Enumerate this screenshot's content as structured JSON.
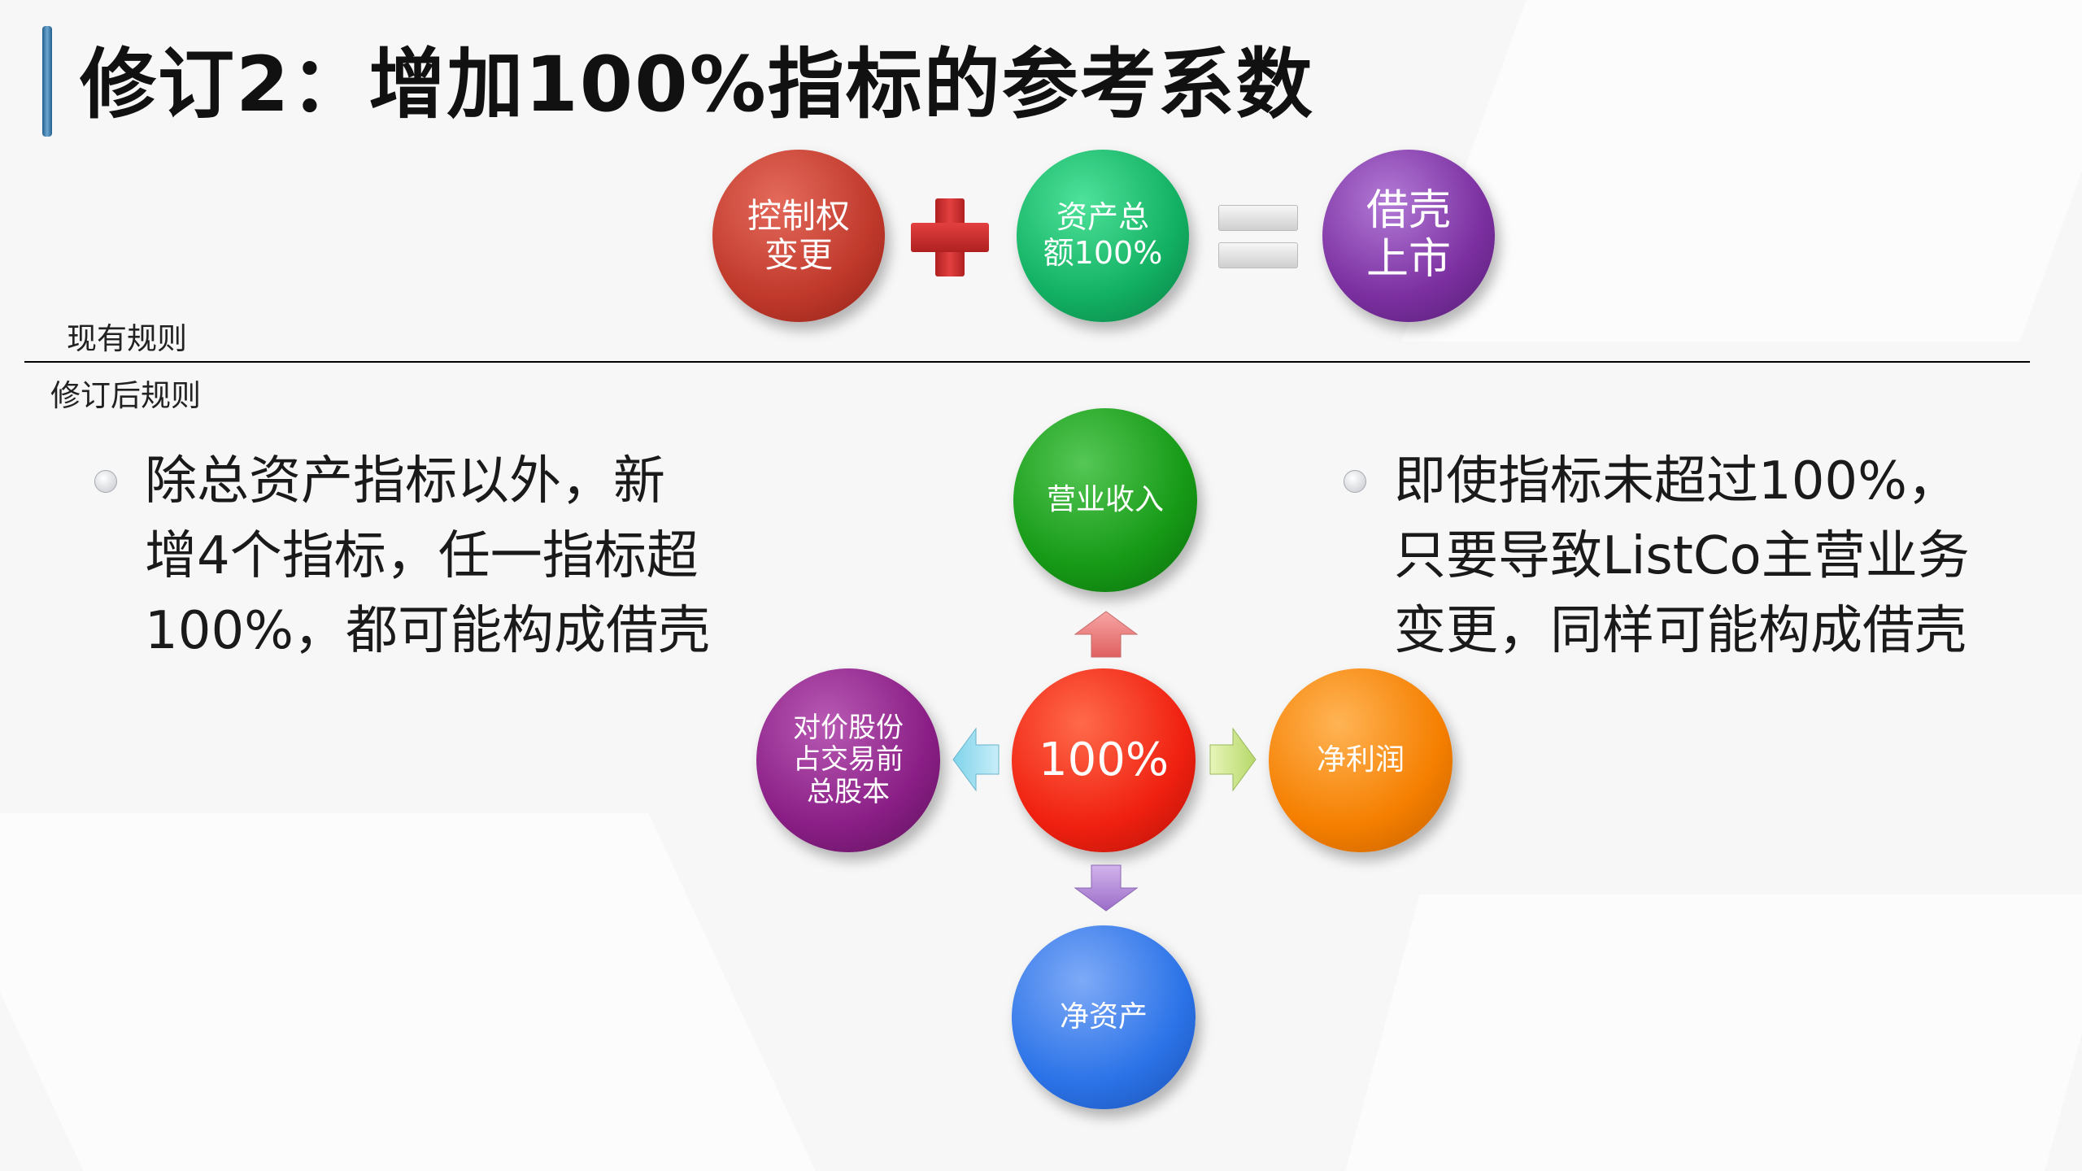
{
  "title": "修订2：增加100%指标的参考系数",
  "top_row": {
    "circle1": "控制权\n变更",
    "circle2": "资产总\n额100%",
    "circle3": "借壳\n上市"
  },
  "labels": {
    "current_rules": "现有规则",
    "revised_rules": "修订后规则"
  },
  "bullets": {
    "left": "除总资产指标以外，新\n增4个指标，任一指标超\n100%，都可能构成借壳",
    "right": "即使指标未超过100%，\n只要导致ListCo主营业务\n变更，同样可能构成借壳"
  },
  "diagram": {
    "center": "100%",
    "top": "营业收入",
    "right": "净利润",
    "bottom": "净资产",
    "left": "对价股份\n占交易前\n总股本"
  },
  "colors": {
    "red_circle": "#c0392b",
    "green_circle": "#12b062",
    "purple_circle": "#7b2fa0",
    "center_red": "#f02010",
    "top_green": "#169a16",
    "right_orange": "#f57f00",
    "bottom_blue": "#2b73e8",
    "left_purple": "#8a1e86"
  }
}
